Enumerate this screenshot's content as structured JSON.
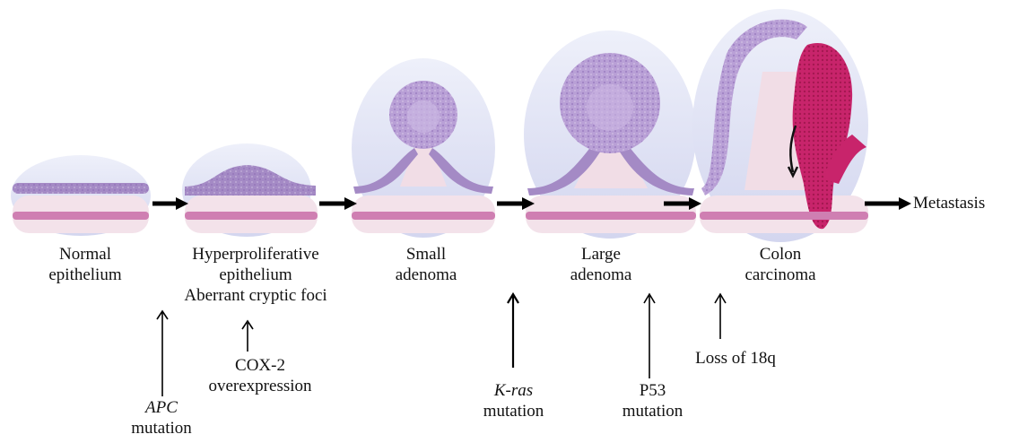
{
  "stages": [
    {
      "line1": "Normal",
      "line2": "epithelium"
    },
    {
      "line1": "Hyperproliferative",
      "line2": "epithelium",
      "line3": "Aberrant cryptic foci"
    },
    {
      "line1": "Small",
      "line2": "adenoma"
    },
    {
      "line1": "Large",
      "line2": "adenoma"
    },
    {
      "line1": "Colon",
      "line2": "carcinoma"
    }
  ],
  "endpoint": "Metastasis",
  "events": [
    {
      "italic": "APC",
      "text": "mutation"
    },
    {
      "line1": "COX-2",
      "line2": "overexpression"
    },
    {
      "italic": "K-ras",
      "text": "mutation"
    },
    {
      "line1": "P53",
      "line2": "mutation"
    },
    {
      "text": "Loss of 18q"
    }
  ],
  "colors": {
    "background_haze": "#d9dcf2",
    "stroma": "#f1dde6",
    "epithelium_band": "#a48ac5",
    "mucosa_band": "#cf7fb2",
    "adenoma": "#b9a0d6",
    "carcinoma": "#c8246b",
    "arrow": "#000000"
  }
}
